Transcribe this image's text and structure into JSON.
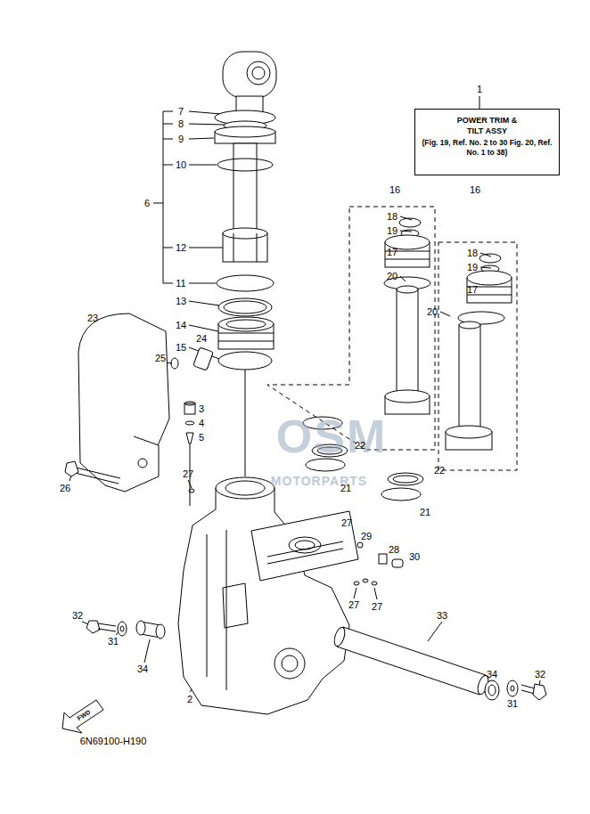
{
  "diagram": {
    "nodes": [
      {
        "text": [
          "POWER TRIM & TILT ASSY",
          "(Fig. 19, Ref. No. 2 to 30 Fig. 20, Ref. No. 1 to 38)"
        ]
      }
    ],
    "labels": [
      "1",
      "7",
      "8",
      "9",
      "10",
      "6",
      "16",
      "16",
      "18",
      "19",
      "17",
      "18",
      "12",
      "19",
      "20",
      "11",
      "17",
      "13",
      "20",
      "23",
      "14",
      "24",
      "15",
      "25",
      "3",
      "4",
      "5",
      "OSM",
      "22",
      "MOTORPARTS",
      "27",
      "21",
      "26",
      "22",
      "21",
      "27",
      "29",
      "28",
      "30",
      "27",
      "27",
      "32",
      "33",
      "31",
      "34",
      "34",
      "32",
      "2",
      "31",
      "FWD",
      "6N69100-H190"
    ]
  }
}
